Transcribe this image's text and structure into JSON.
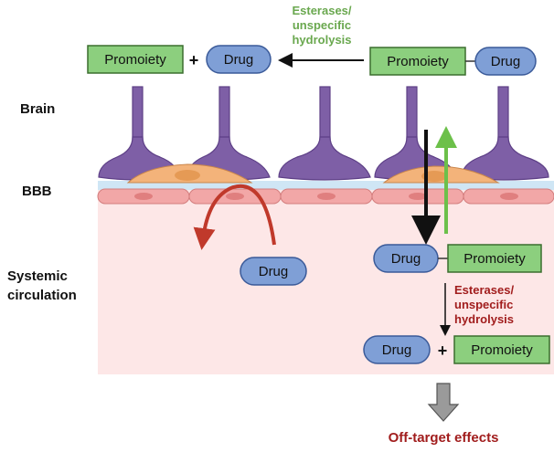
{
  "labels": {
    "brain": "Brain",
    "bbb": "BBB",
    "systemic_line1": "Systemic",
    "systemic_line2": "circulation"
  },
  "brain_cleavage": {
    "line1": "Esterases/",
    "line2": "unspecific",
    "line3": "hydrolysis",
    "color": "#6aa84f"
  },
  "blood_cleavage": {
    "line1": "Esterases/",
    "line2": "unspecific",
    "line3": "hydrolysis",
    "color": "#a11d1d"
  },
  "terms": {
    "promoiety": "Promoiety",
    "drug": "Drug",
    "plus": "+"
  },
  "outcome": {
    "text": "Off-target effects",
    "color": "#a11d1d"
  },
  "colors": {
    "promoiety_fill": "#8ccf7e",
    "promoiety_border": "#3b6e2e",
    "drug_fill": "#7f9fd6",
    "drug_border": "#3a5a99",
    "astrocyte": "#7e5fa6",
    "pericyte": "#f3b37a",
    "endothelium": "#f2a7a7",
    "blood": "#fde7e7",
    "basement": "#cfe6f5",
    "efflux_arrow": "#c0392b",
    "influx_arrow": "#111111",
    "release_arrow": "#6cc04a"
  }
}
